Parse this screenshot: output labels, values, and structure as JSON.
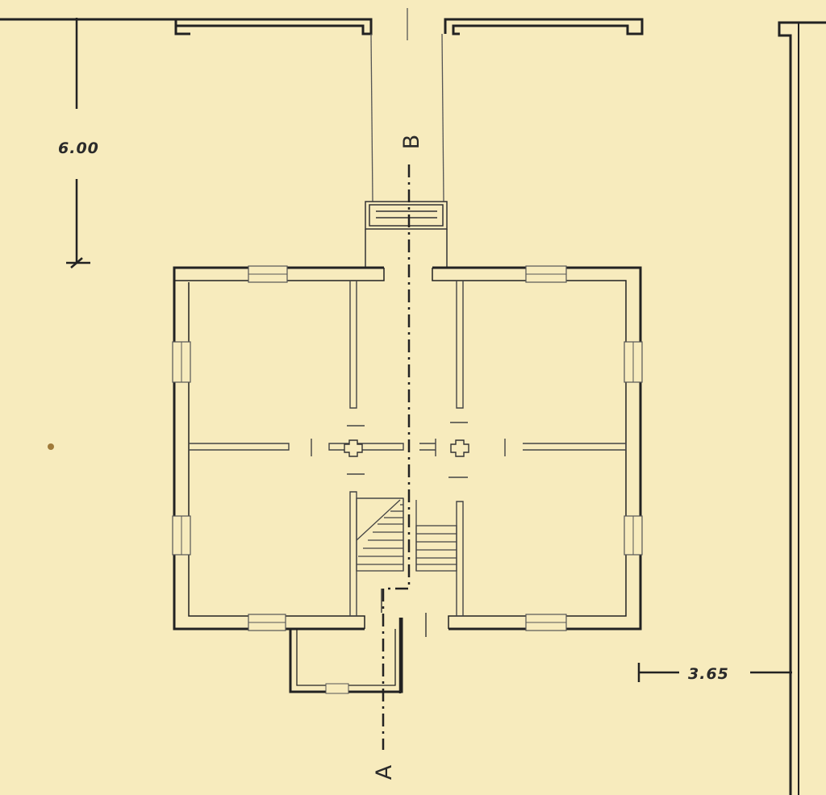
{
  "plan": {
    "dimension_vertical": "6.00",
    "dimension_horizontal": "3.65",
    "section_start_label": "A",
    "section_end_label": "B"
  },
  "colors": {
    "paper": "#f7ebbd",
    "ink": "#222222",
    "thin_line": "#555555"
  }
}
